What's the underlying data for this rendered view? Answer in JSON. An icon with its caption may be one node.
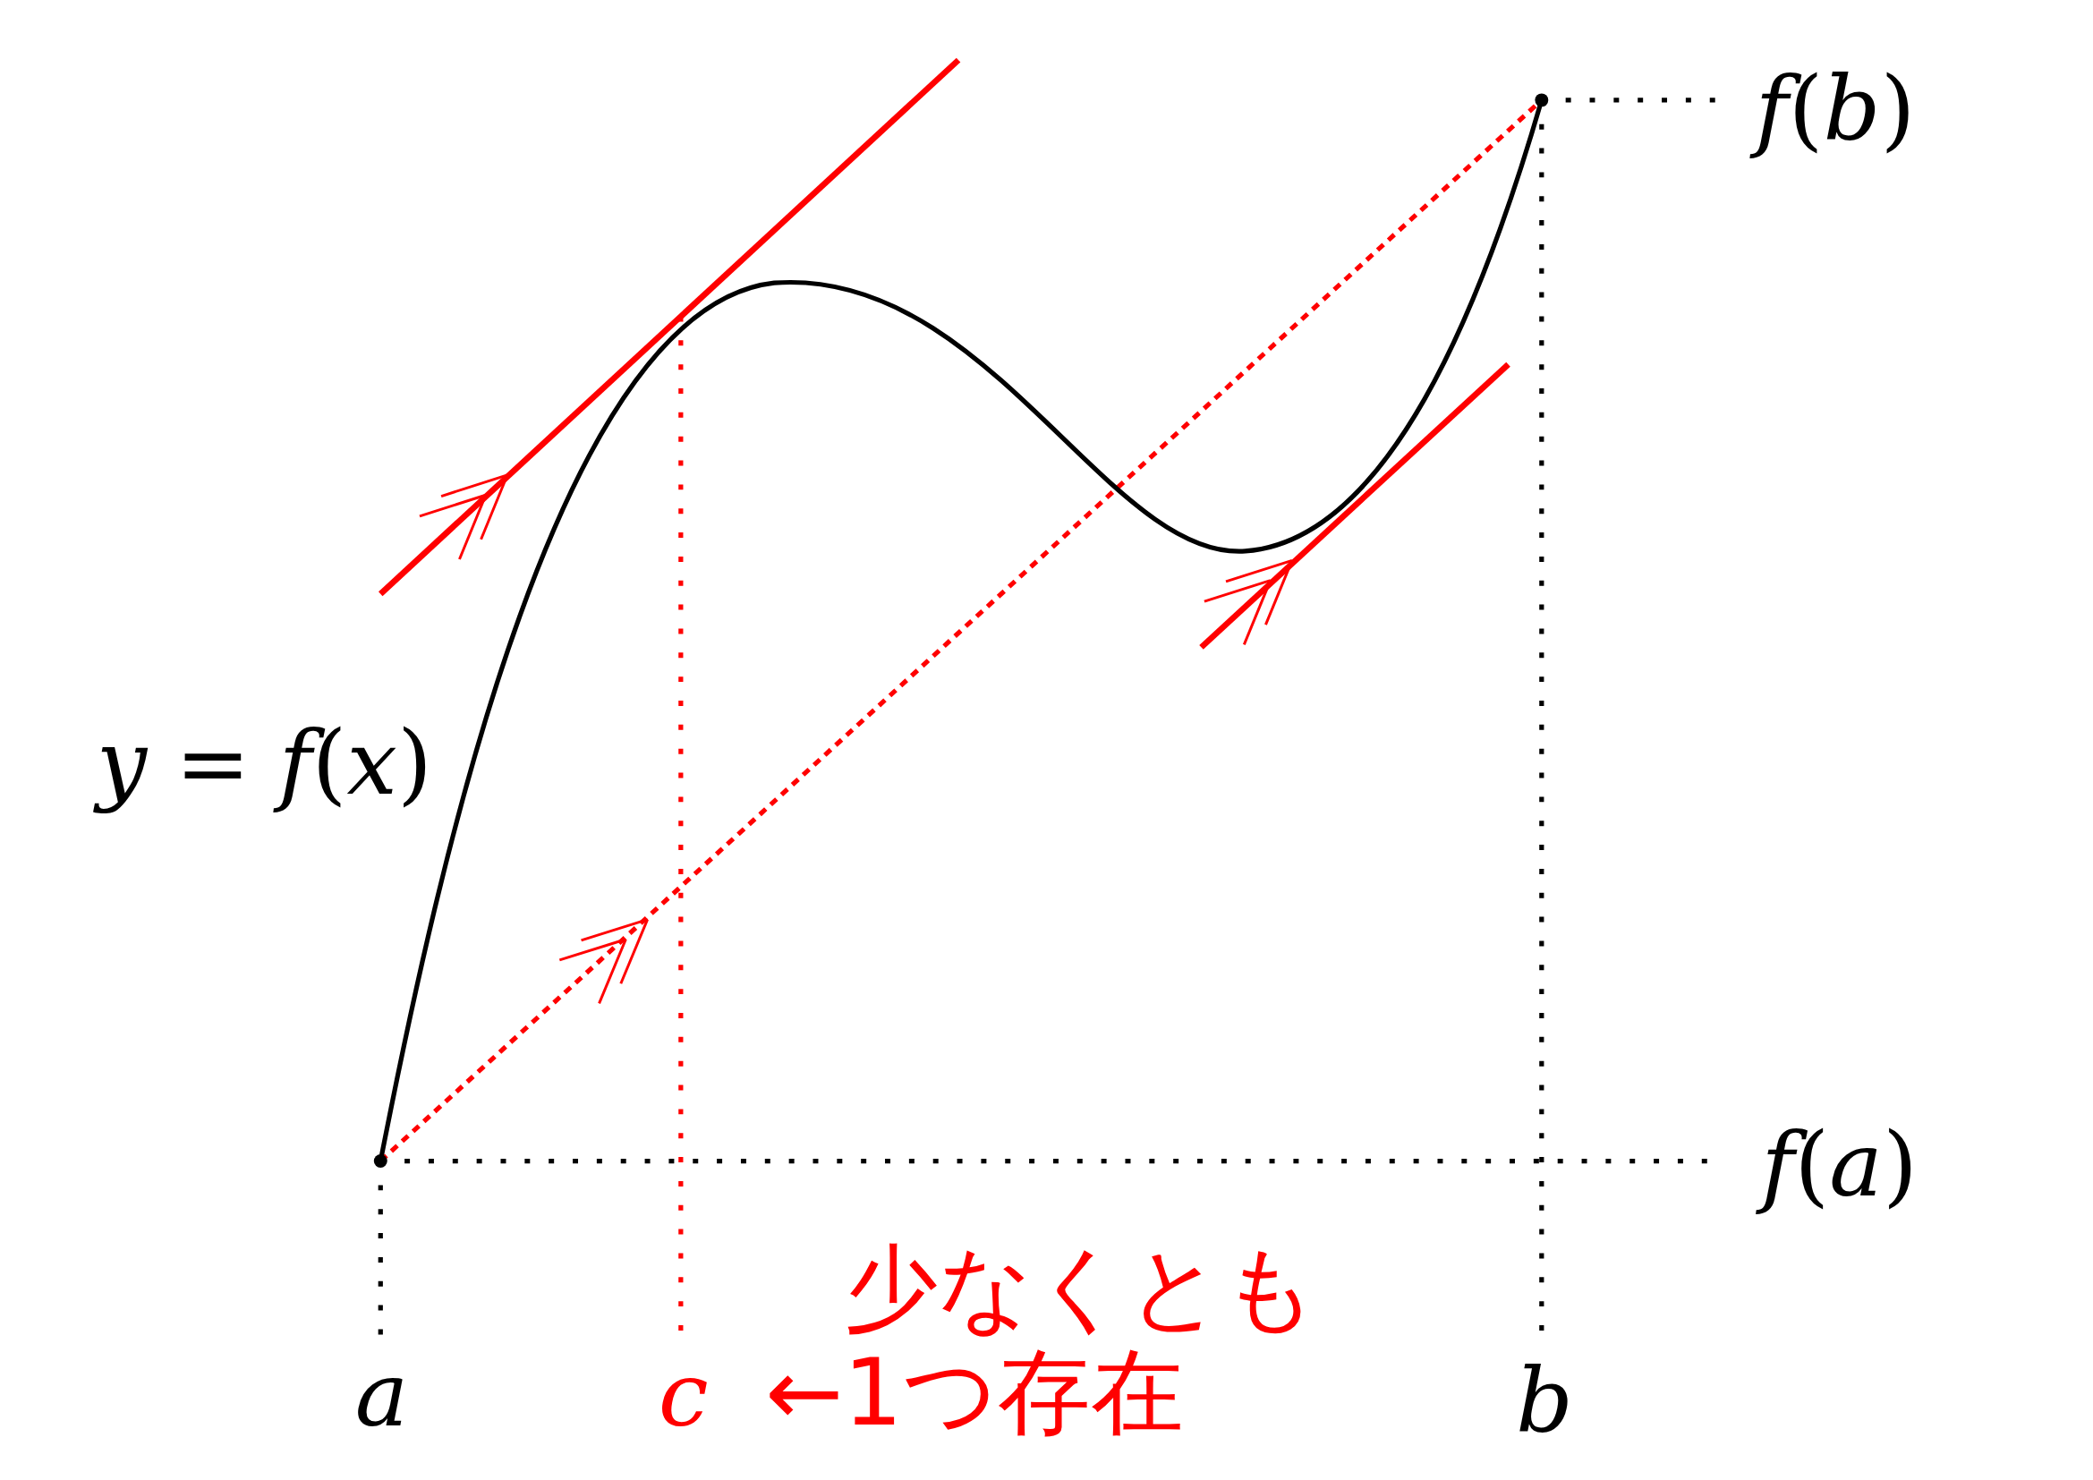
{
  "diagram": {
    "labels": [
      "*f*(*b*)",
      "*y* = *f*(*x*)",
      "*f*(*a*)",
      "少なくとも",
      "a",
      "c",
      "←1つ存在",
      "b"
    ]
  }
}
